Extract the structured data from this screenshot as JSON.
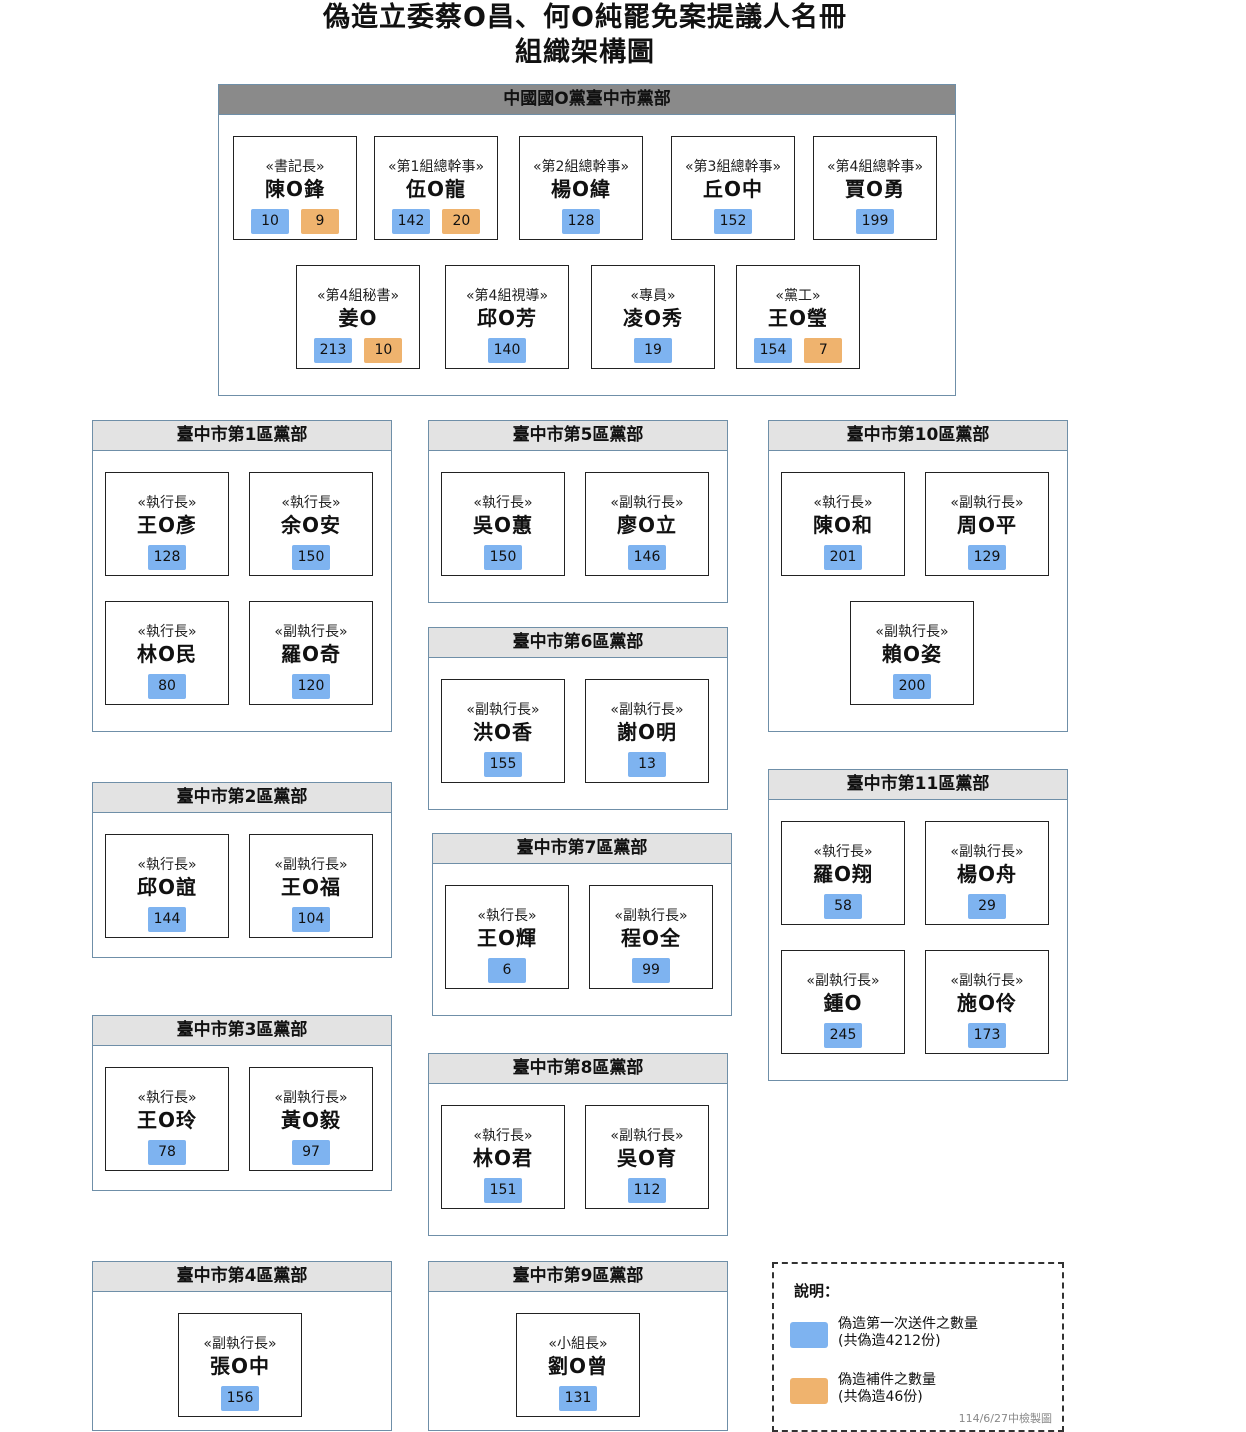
{
  "title_line1": "偽造立委蔡O昌、何O純罷免案提議人名冊",
  "title_line2": "組織架構圖",
  "colors": {
    "blue": "#7eb3f0",
    "orange": "#efb36e",
    "group_border": "#6f8fa8"
  },
  "groups": {
    "hq": {
      "name": "中國國O黨臺中市黨部",
      "members": [
        {
          "role": "«書記長»",
          "name": "陳O鋒",
          "blue": "10",
          "orange": "9"
        },
        {
          "role": "«第1組總幹事»",
          "name": "伍O龍",
          "blue": "142",
          "orange": "20"
        },
        {
          "role": "«第2組總幹事»",
          "name": "楊O緯",
          "blue": "128"
        },
        {
          "role": "«第3組總幹事»",
          "name": "丘O中",
          "blue": "152"
        },
        {
          "role": "«第4組總幹事»",
          "name": "賈O勇",
          "blue": "199"
        },
        {
          "role": "«第4組秘書»",
          "name": "姜O",
          "blue": "213",
          "orange": "10"
        },
        {
          "role": "«第4組視導»",
          "name": "邱O芳",
          "blue": "140"
        },
        {
          "role": "«專員»",
          "name": "凌O秀",
          "blue": "19"
        },
        {
          "role": "«黨工»",
          "name": "王O瑩",
          "blue": "154",
          "orange": "7"
        }
      ]
    },
    "d1": {
      "name": "臺中市第1區黨部",
      "members": [
        {
          "role": "«執行長»",
          "name": "王O彥",
          "blue": "128"
        },
        {
          "role": "«執行長»",
          "name": "余O安",
          "blue": "150"
        },
        {
          "role": "«執行長»",
          "name": "林O民",
          "blue": "80"
        },
        {
          "role": "«副執行長»",
          "name": "羅O奇",
          "blue": "120"
        }
      ]
    },
    "d2": {
      "name": "臺中市第2區黨部",
      "members": [
        {
          "role": "«執行長»",
          "name": "邱O誼",
          "blue": "144"
        },
        {
          "role": "«副執行長»",
          "name": "王O福",
          "blue": "104"
        }
      ]
    },
    "d3": {
      "name": "臺中市第3區黨部",
      "members": [
        {
          "role": "«執行長»",
          "name": "王O玲",
          "blue": "78"
        },
        {
          "role": "«副執行長»",
          "name": "黃O毅",
          "blue": "97"
        }
      ]
    },
    "d4": {
      "name": "臺中市第4區黨部",
      "members": [
        {
          "role": "«副執行長»",
          "name": "張O中",
          "blue": "156"
        }
      ]
    },
    "d5": {
      "name": "臺中市第5區黨部",
      "members": [
        {
          "role": "«執行長»",
          "name": "吳O蕙",
          "blue": "150"
        },
        {
          "role": "«副執行長»",
          "name": "廖O立",
          "blue": "146"
        }
      ]
    },
    "d6": {
      "name": "臺中市第6區黨部",
      "members": [
        {
          "role": "«副執行長»",
          "name": "洪O香",
          "blue": "155"
        },
        {
          "role": "«副執行長»",
          "name": "謝O明",
          "blue": "13"
        }
      ]
    },
    "d7": {
      "name": "臺中市第7區黨部",
      "members": [
        {
          "role": "«執行長»",
          "name": "王O輝",
          "blue": "6"
        },
        {
          "role": "«副執行長»",
          "name": "程O全",
          "blue": "99"
        }
      ]
    },
    "d8": {
      "name": "臺中市第8區黨部",
      "members": [
        {
          "role": "«執行長»",
          "name": "林O君",
          "blue": "151"
        },
        {
          "role": "«副執行長»",
          "name": "吳O育",
          "blue": "112"
        }
      ]
    },
    "d9": {
      "name": "臺中市第9區黨部",
      "members": [
        {
          "role": "«小組長»",
          "name": "劉O曾",
          "blue": "131"
        }
      ]
    },
    "d10": {
      "name": "臺中市第10區黨部",
      "members": [
        {
          "role": "«執行長»",
          "name": "陳O和",
          "blue": "201"
        },
        {
          "role": "«副執行長»",
          "name": "周O平",
          "blue": "129"
        },
        {
          "role": "«副執行長»",
          "name": "賴O姿",
          "blue": "200"
        }
      ]
    },
    "d11": {
      "name": "臺中市第11區黨部",
      "members": [
        {
          "role": "«執行長»",
          "name": "羅O翔",
          "blue": "58"
        },
        {
          "role": "«副執行長»",
          "name": "楊O舟",
          "blue": "29"
        },
        {
          "role": "«副執行長»",
          "name": "鍾O",
          "blue": "245"
        },
        {
          "role": "«副執行長»",
          "name": "施O伶",
          "blue": "173"
        }
      ]
    }
  },
  "legend": {
    "title": "說明：",
    "blue_line1": "偽造第一次送件之數量",
    "blue_line2": "(共偽造4212份)",
    "orange_line1": "偽造補件之數量",
    "orange_line2": "(共偽造46份)",
    "footer": "114/6/27中檢製圖"
  }
}
